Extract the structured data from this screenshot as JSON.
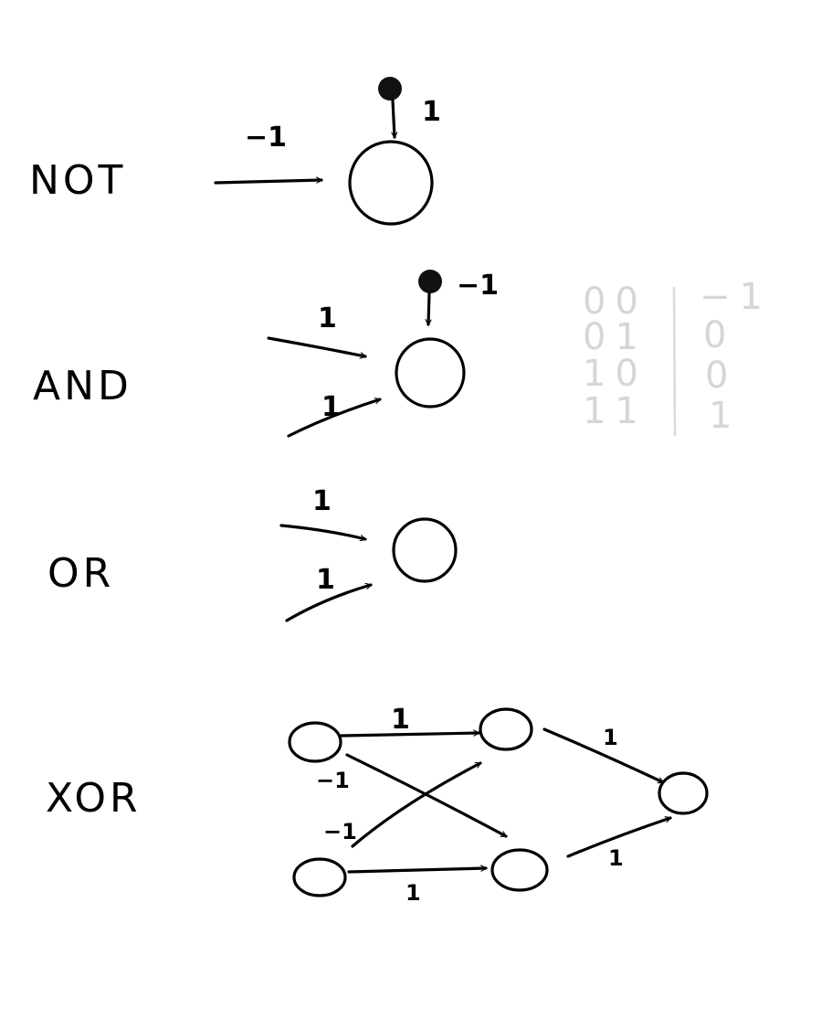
{
  "gates": [
    {
      "name": "NOT",
      "weights": {
        "input": "−1",
        "bias": "1"
      }
    },
    {
      "name": "AND",
      "weights": {
        "bias": "−1",
        "input_a": "1",
        "input_b": "1"
      }
    },
    {
      "name": "OR",
      "weights": {
        "input_a": "1",
        "input_b": "1"
      }
    },
    {
      "name": "XOR",
      "weights": {
        "a_to_h1": "1",
        "a_to_h2": "−1",
        "b_to_h1": "−1",
        "b_to_h2": "1",
        "h1_to_out": "1",
        "h2_to_out": "1"
      }
    }
  ],
  "and_table": {
    "rows": [
      {
        "inputs": "00",
        "output": "−1"
      },
      {
        "inputs": "01",
        "output": "0"
      },
      {
        "inputs": "10",
        "output": "0"
      },
      {
        "inputs": "11",
        "output": "1"
      }
    ]
  }
}
